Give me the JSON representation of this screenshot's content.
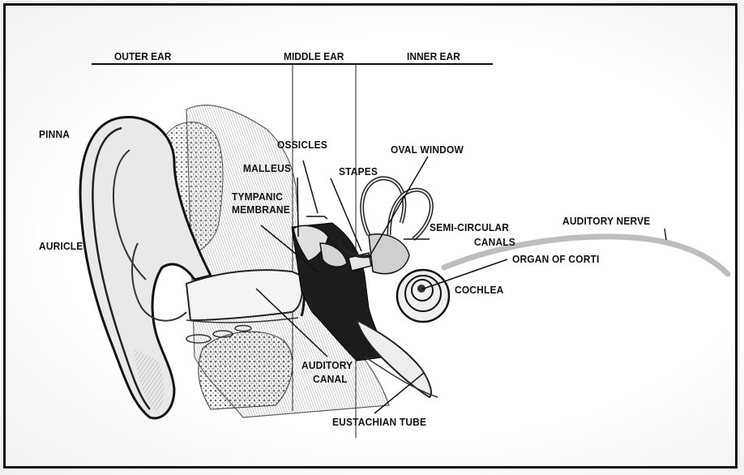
{
  "sections": {
    "outer_ear": "OUTER EAR",
    "middle_ear": "MIDDLE EAR",
    "inner_ear": "INNER EAR"
  },
  "labels": {
    "pinna": "PINNA",
    "auricle": "AURICLE",
    "ossicles": "OSSICLES",
    "malleus": "MALLEUS",
    "stapes": "STAPES",
    "oval_window": "OVAL WINDOW",
    "tympanic_1": "TYMPANIC",
    "tympanic_2": "MEMBRANE",
    "semi_1": "SEMI-CIRCULAR",
    "semi_2": "CANALS",
    "auditory_nerve": "AUDITORY NERVE",
    "organ_of_corti": "ORGAN OF CORTI",
    "cochlea": "COCHLEA",
    "auditory_canal_1": "AUDITORY",
    "auditory_canal_2": "CANAL",
    "eustachian_tube": "EUSTACHIAN TUBE"
  }
}
